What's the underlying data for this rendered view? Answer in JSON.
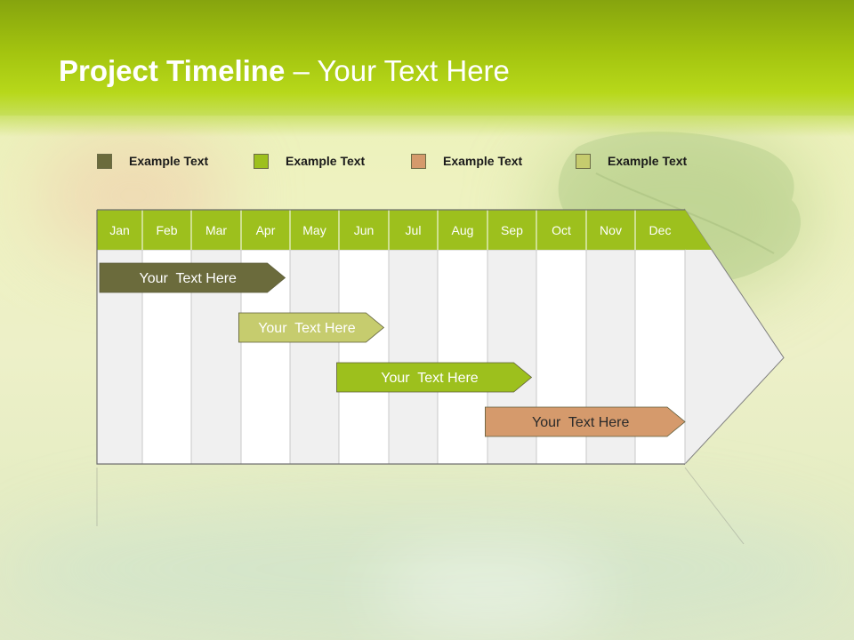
{
  "title": {
    "bold": "Project Timeline",
    "rest": " – Your Text Here"
  },
  "legend": [
    {
      "label": "Example Text",
      "color": "#6b6b3c"
    },
    {
      "label": "Example Text",
      "color": "#9dc01d"
    },
    {
      "label": "Example Text",
      "color": "#d59a6c"
    },
    {
      "label": "Example Text",
      "color": "#c6cc6e"
    }
  ],
  "colors": {
    "header": "#a3c40f",
    "month_band": "#9dc01d",
    "panel": "#efefef"
  },
  "chart_data": {
    "type": "gantt",
    "months": [
      "Jan",
      "Feb",
      "Mar",
      "Apr",
      "May",
      "Jun",
      "Jul",
      "Aug",
      "Sep",
      "Oct",
      "Nov",
      "Dec"
    ],
    "tasks": [
      {
        "label": "Your  Text Here",
        "start": 0,
        "end": 3.9,
        "color": "#6b6b3c",
        "text_color": "#ffffff"
      },
      {
        "label": "Your  Text Here",
        "start": 2.9,
        "end": 5.9,
        "color": "#c6cc6e",
        "text_color": "#ffffff"
      },
      {
        "label": "Your  Text Here",
        "start": 4.9,
        "end": 8.9,
        "color": "#9dc01d",
        "text_color": "#ffffff"
      },
      {
        "label": "Your  Text Here",
        "start": 7.9,
        "end": 12,
        "color": "#d59a6c",
        "text_color": "#2a2a2a"
      }
    ]
  }
}
